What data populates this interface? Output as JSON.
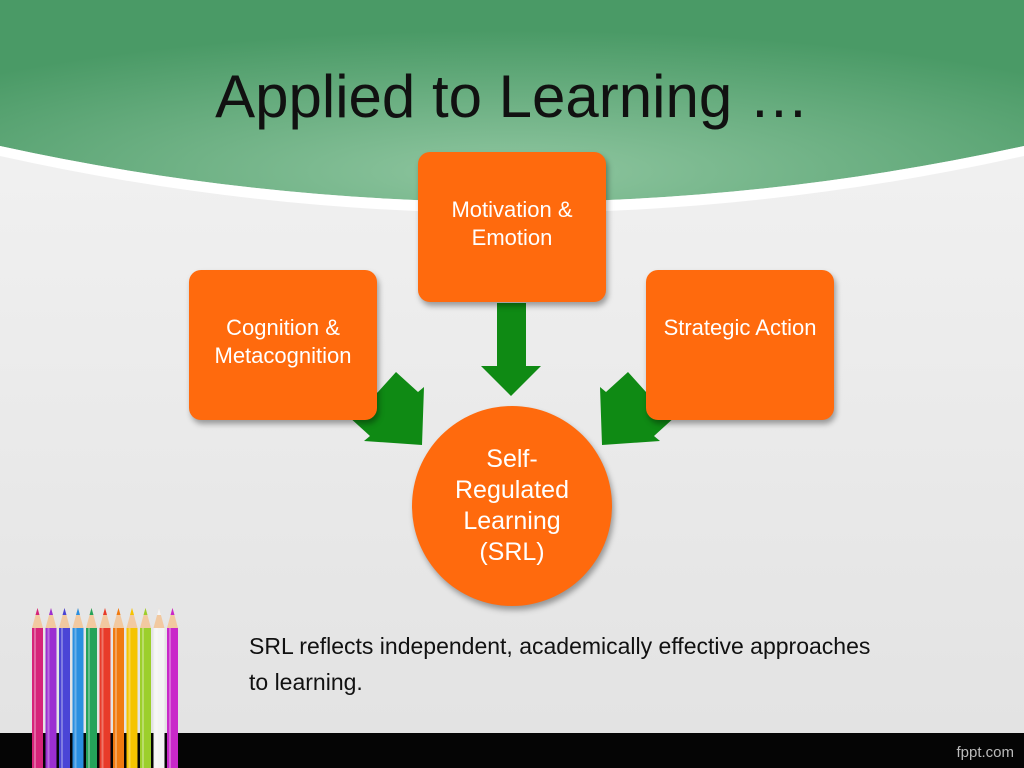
{
  "slide": {
    "title": "Applied to Learning …",
    "caption": "SRL reflects independent, academically effective approaches to learning.",
    "brand": "fppt.com"
  },
  "diagram": {
    "nodes": {
      "motivation": "Motivation & Emotion",
      "cognition": "Cognition & Metacognition",
      "strategic": "Strategic Action",
      "center": "Self-Regulated Learning (SRL)"
    },
    "edges": [
      {
        "from": "motivation",
        "to": "center"
      },
      {
        "from": "cognition",
        "to": "center"
      },
      {
        "from": "strategic",
        "to": "center"
      }
    ]
  },
  "colors": {
    "header_green": "#4e9e6a",
    "box_orange": "#ff6a0d",
    "arrow_green": "#0f8a14",
    "footer": "#050505",
    "pencils": [
      "#d6247a",
      "#9b2fd1",
      "#4a45d6",
      "#2a8fe0",
      "#25a35a",
      "#e83b2a",
      "#f07a10",
      "#f5c400",
      "#9ccf2c",
      "#f4f4f4",
      "#c928c9"
    ]
  }
}
